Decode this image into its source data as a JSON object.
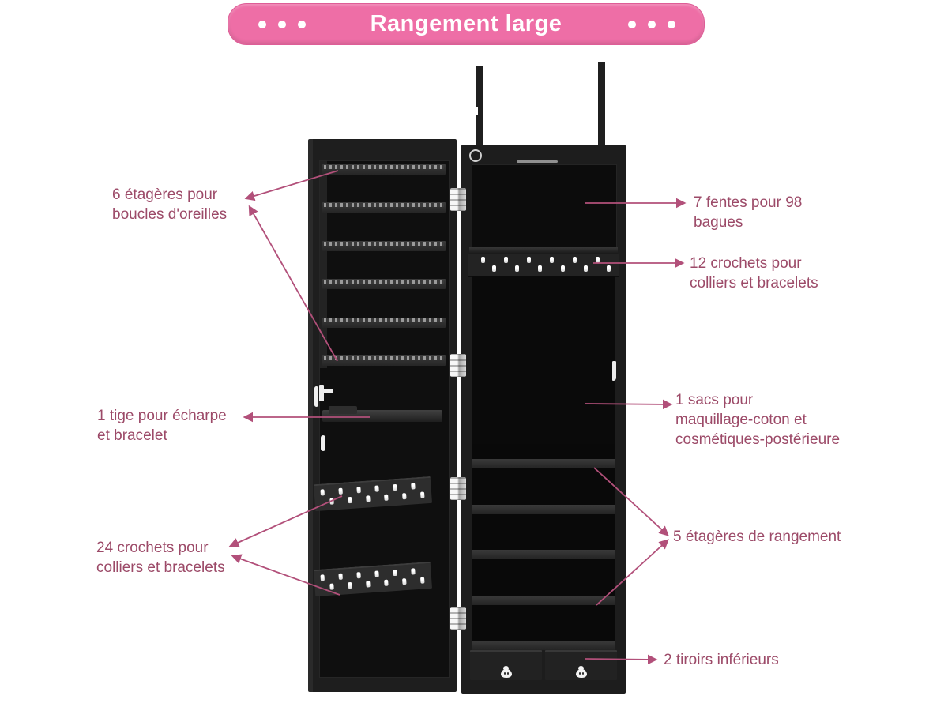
{
  "banner": {
    "title": "Rangement large",
    "bg_color": "#ee6ea6",
    "text_color": "#ffffff",
    "dot_color": "#ffffff"
  },
  "colors": {
    "label_text": "#9c4a68",
    "arrow": "#b2507a",
    "cabinet_body": "#1d1d1d",
    "cabinet_interior": "#0c0c0c",
    "hinge": "#e3e3e3",
    "hook": "#f5f5f5"
  },
  "labels": {
    "earring_shelves": {
      "text": "6 étagères pour\nboucles d'oreilles"
    },
    "scarf_rod": {
      "text": "1 tige pour écharpe\net bracelet"
    },
    "door_hooks": {
      "text": "24 crochets pour\ncolliers et bracelets"
    },
    "ring_slots": {
      "text": "7 fentes pour 98\nbagues"
    },
    "necklace_hooks": {
      "text": "12 crochets pour\ncolliers et bracelets"
    },
    "cosmetic_bag": {
      "text": "1 sacs pour\nmaquillage-coton et\ncosmétiques-postérieure"
    },
    "storage_shelves": {
      "text": "5 étagères de rangement"
    },
    "drawers": {
      "text": "2 tiroirs inférieurs"
    }
  },
  "cabinet": {
    "earring_shelf_count": 6,
    "door_hook_count": 24,
    "necklace_hook_count": 12,
    "storage_shelf_count": 5,
    "drawer_count": 2
  }
}
